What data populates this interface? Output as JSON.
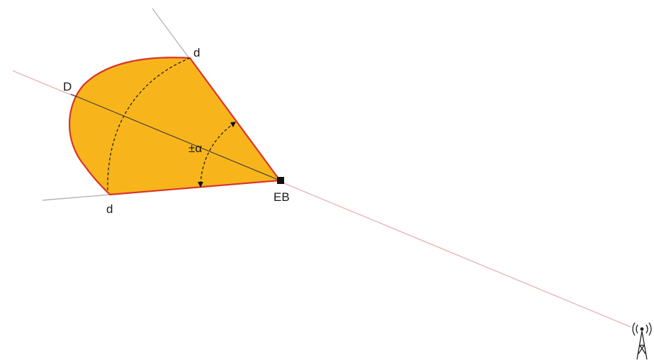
{
  "labels": {
    "distance_d_top": "d",
    "distance_d_bottom": "d",
    "distance_D": "D",
    "angle": "±α",
    "base_station": "EB"
  },
  "colors": {
    "sector_fill": "#F7B51B",
    "sector_stroke": "#D9342B",
    "azimuth_line": "#E9B5B5",
    "boundary_line": "#B5B5B5",
    "marker": "#111111"
  },
  "icons": {
    "antenna": "radio-tower-icon"
  }
}
